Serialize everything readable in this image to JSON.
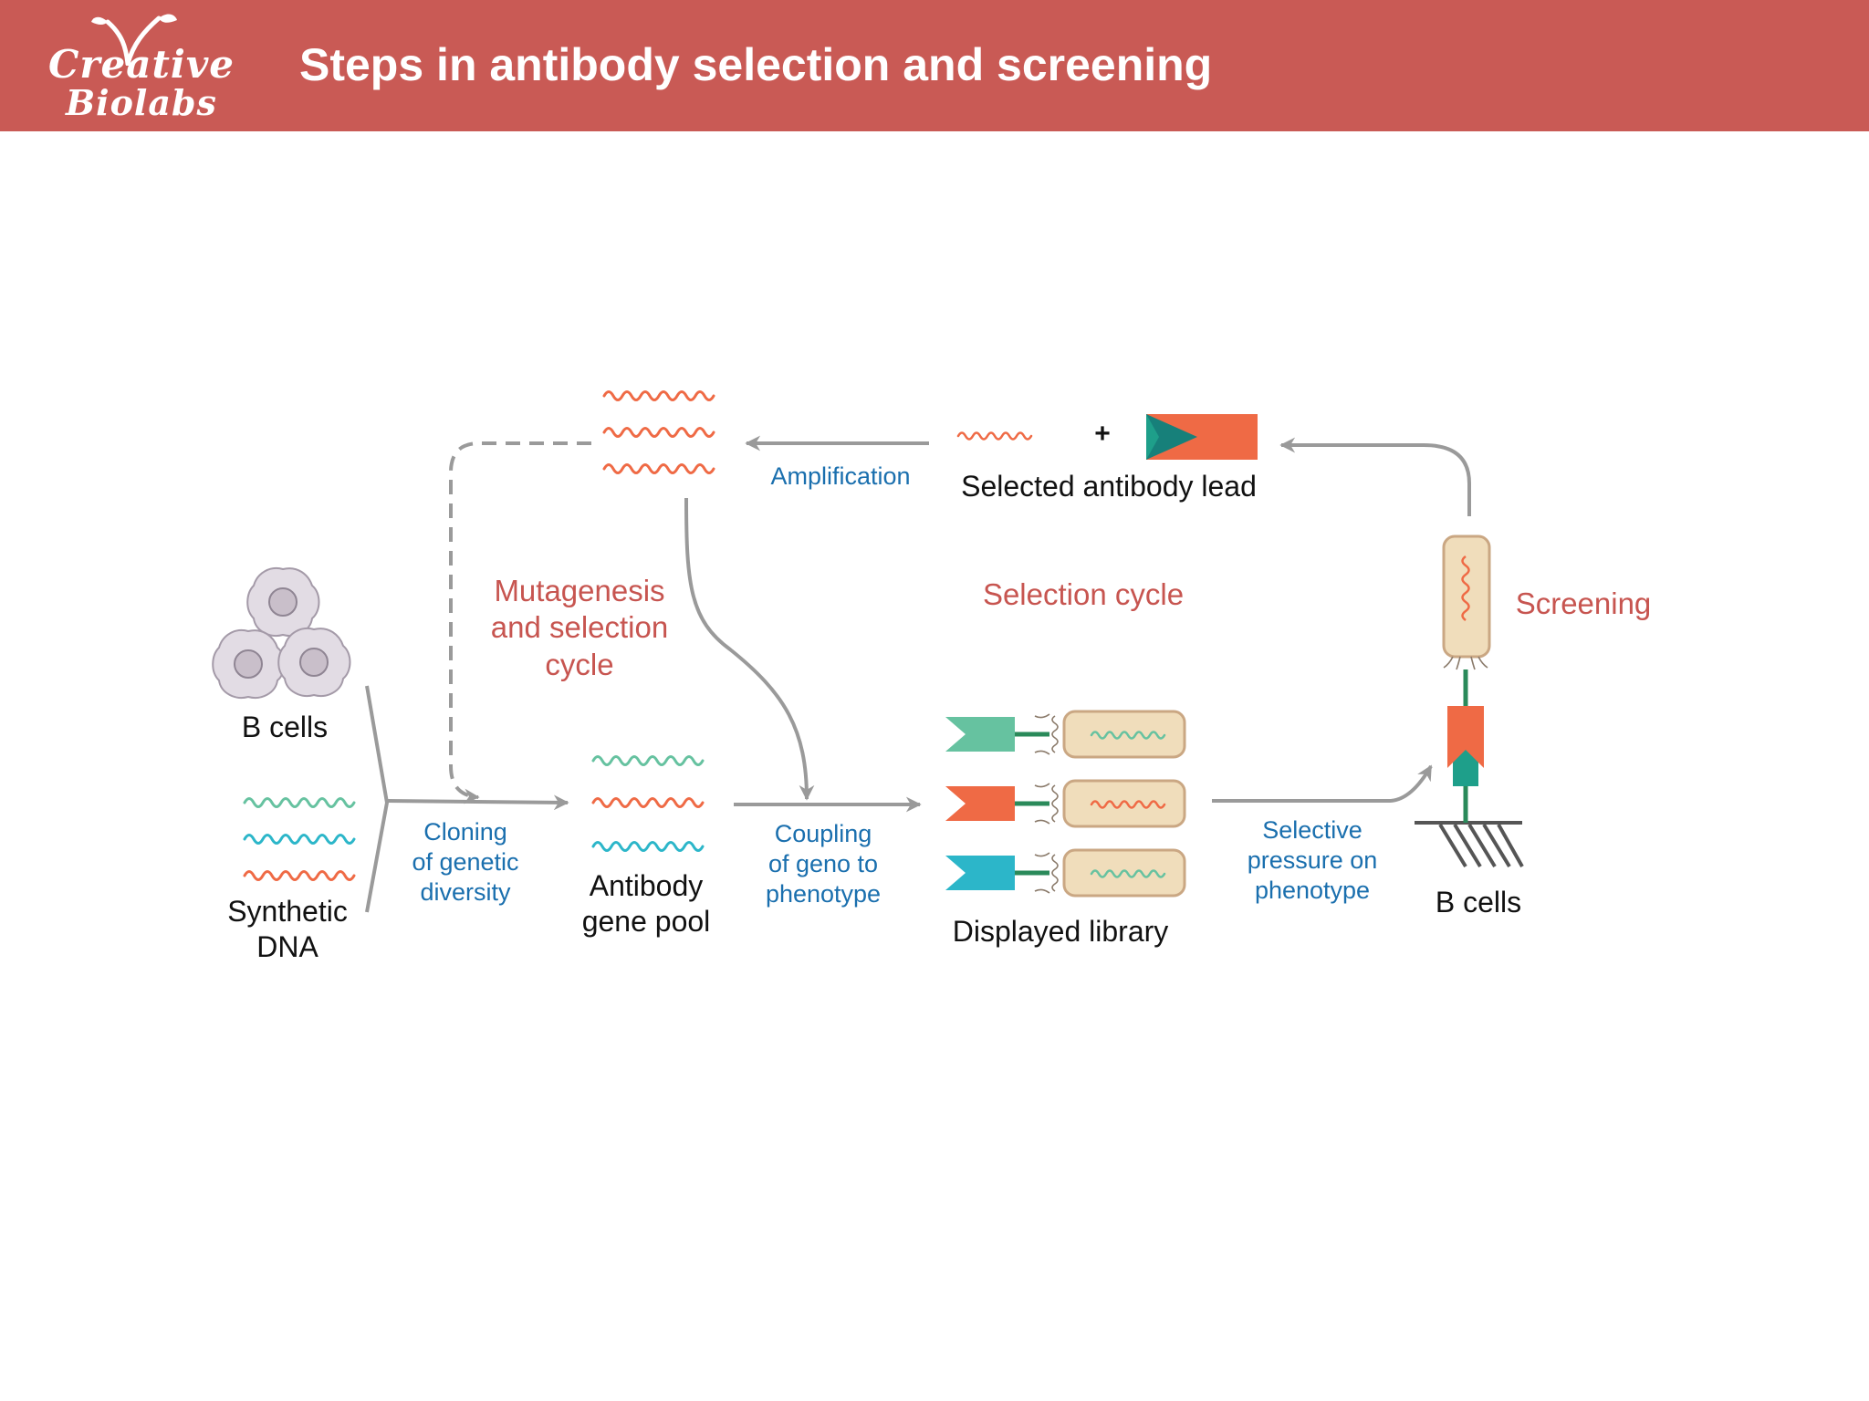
{
  "header": {
    "background": "#c95a55",
    "logo_line1": "Creative",
    "logo_line2": "Biolabs",
    "title": "Steps in antibody selection and screening"
  },
  "colors": {
    "red_text": "#c75550",
    "blue_text": "#1a6fae",
    "arrow_gray": "#9a9a9a",
    "wave_green": "#66c2a0",
    "wave_cyan": "#2cb6c9",
    "wave_orange": "#ef6a45",
    "bacterium_fill": "#f0ddbb",
    "cell_fill": "#e2dce4"
  },
  "icons": [
    "b-cell-cluster-icon",
    "dna-wave-icon",
    "antibody-flag-icon",
    "bacterium-icon",
    "b-cell-receptor-icon"
  ],
  "labels": {
    "b_cells_left": "B cells",
    "synthetic_dna": [
      "Synthetic",
      "DNA"
    ],
    "cloning": [
      "Cloning",
      "of genetic",
      "diversity"
    ],
    "gene_pool": [
      "Antibody",
      "gene pool"
    ],
    "mutagenesis": [
      "Mutagenesis",
      "and selection",
      "cycle"
    ],
    "coupling": [
      "Coupling",
      "of geno to",
      "phenotype"
    ],
    "amplification": "Amplification",
    "plus": "+",
    "selected_lead": "Selected antibody lead",
    "selection_cycle": "Selection cycle",
    "displayed_library": "Displayed library",
    "selective_pressure": [
      "Selective",
      "pressure on",
      "phenotype"
    ],
    "screening": "Screening",
    "b_cells_right": "B cells"
  }
}
